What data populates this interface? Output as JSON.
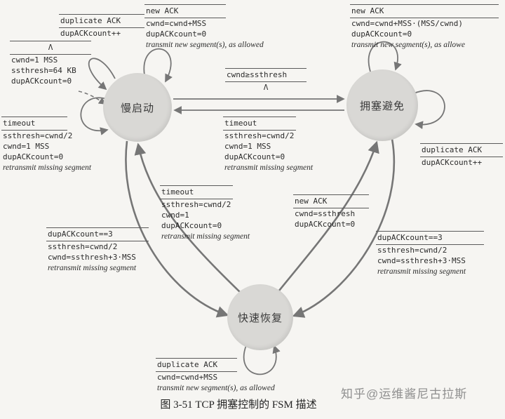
{
  "caption": "图 3-51   TCP 拥塞控制的 FSM 描述",
  "watermark": "知乎@运维酱尼古拉斯",
  "colors": {
    "state_fill": "#d9d8d5",
    "arrow": "#767676",
    "text": "#2b2b2b"
  },
  "states": {
    "slow_start": "慢启动",
    "congestion_avoidance": "拥塞避免",
    "fast_recovery": "快速恢复"
  },
  "labels": {
    "init": {
      "cond": "Λ",
      "actions": [
        "cwnd=1 MSS",
        "ssthresh=64 KB",
        "dupACKcount=0"
      ]
    },
    "ss_dup": {
      "cond": "duplicate ACK",
      "actions": [
        "dupACKcount++"
      ]
    },
    "ss_new": {
      "cond": "new ACK",
      "actions": [
        "cwnd=cwnd+MSS",
        "dupACKcount=0",
        "transmit new segment(s), as allowed"
      ]
    },
    "ca_new": {
      "cond": "new ACK",
      "actions": [
        "cwnd=cwnd+MSS·(MSS/cwnd)",
        "dupACKcount=0",
        "transmit new segment(s), as allowe"
      ]
    },
    "ss2ca": {
      "cond": "cwnd≥ssthresh",
      "actions": [
        "Λ"
      ]
    },
    "ss_timeout": {
      "cond": "timeout",
      "actions": [
        "ssthresh=cwnd/2",
        "cwnd=1 MSS",
        "dupACKcount=0",
        "retransmit missing segment"
      ]
    },
    "ca_timeout": {
      "cond": "timeout",
      "actions": [
        "ssthresh=cwnd/2",
        "cwnd=1 MSS",
        "dupACKcount=0",
        "retransmit missing segment"
      ]
    },
    "fr_timeout": {
      "cond": "timeout",
      "actions": [
        "ssthresh=cwnd/2",
        "cwnd=1",
        "dupACKcount=0",
        "retransmit missing segment"
      ]
    },
    "fr_new": {
      "cond": "new ACK",
      "actions": [
        "cwnd=ssthresh",
        "dupACKcount=0"
      ]
    },
    "ca_dup": {
      "cond": "duplicate ACK",
      "actions": [
        "dupACKcount++"
      ]
    },
    "ss_dup3": {
      "cond": "dupACKcount==3",
      "actions": [
        "ssthresh=cwnd/2",
        "cwnd=ssthresh+3·MSS",
        "retransmit missing segment"
      ]
    },
    "ca_dup3": {
      "cond": "dupACKcount==3",
      "actions": [
        "ssthresh=cwnd/2",
        "cwnd=ssthresh+3·MSS",
        "retransmit missing segment"
      ]
    },
    "fr_dup": {
      "cond": "duplicate ACK",
      "actions": [
        "cwnd=cwnd+MSS",
        "transmit new segment(s), as allowed"
      ]
    }
  }
}
